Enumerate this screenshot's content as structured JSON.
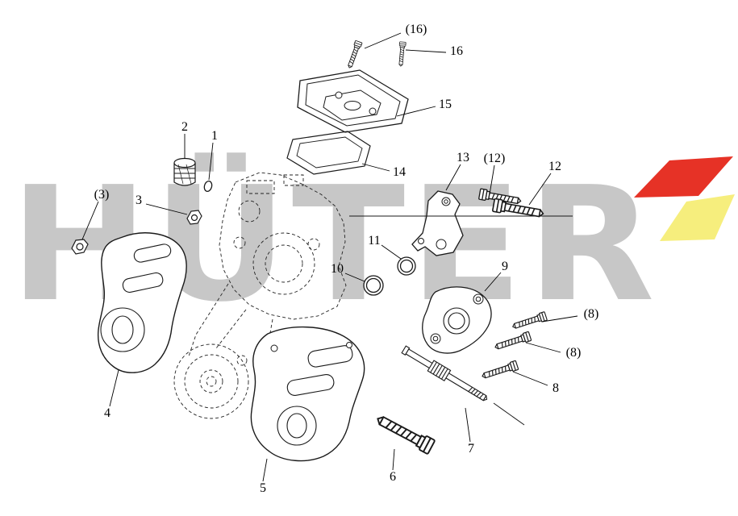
{
  "diagram": {
    "watermark": "HÜTER",
    "labels": [
      {
        "text": "(16)"
      },
      {
        "text": "16"
      },
      {
        "text": "15"
      },
      {
        "text": "14"
      },
      {
        "text": "13"
      },
      {
        "text": "(12)"
      },
      {
        "text": "12"
      },
      {
        "text": "2"
      },
      {
        "text": "1"
      },
      {
        "text": "(3)"
      },
      {
        "text": "3"
      },
      {
        "text": "11"
      },
      {
        "text": "10"
      },
      {
        "text": "9"
      },
      {
        "text": "(8)"
      },
      {
        "text": "(8)"
      },
      {
        "text": "8"
      },
      {
        "text": "7"
      },
      {
        "text": "6"
      },
      {
        "text": "5"
      },
      {
        "text": "4"
      }
    ],
    "colors": {
      "logo_red": "#e63226",
      "logo_yellow": "#f6ee7d",
      "watermark_gray": "#c7c7c7",
      "line_black": "#1a1a1a"
    }
  }
}
